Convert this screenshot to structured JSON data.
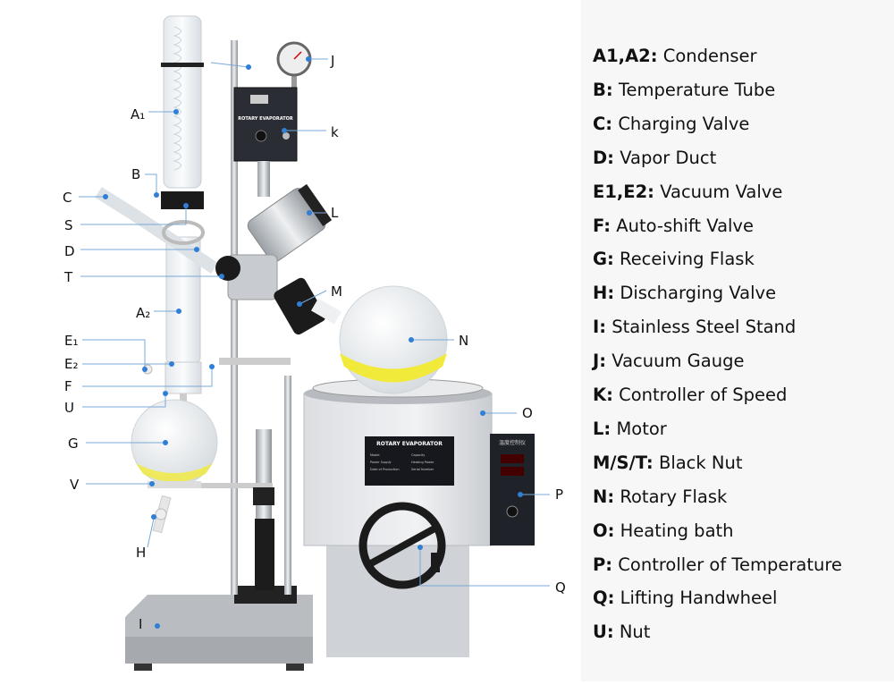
{
  "callouts": {
    "A1": "A₁",
    "A2": "A₂",
    "B": "B",
    "C": "C",
    "S": "S",
    "D": "D",
    "T": "T",
    "E1": "E₁",
    "E2": "E₂",
    "F": "F",
    "U": "U",
    "G": "G",
    "V": "V",
    "H": "H",
    "I": "I",
    "J": "J",
    "K": "k",
    "L": "L",
    "M": "M",
    "N": "N",
    "O": "O",
    "P": "P",
    "Q": "Q"
  },
  "device": {
    "controller_label": "ROTARY EVAPORATOR",
    "bath_plate_title": "ROTARY EVAPORATOR",
    "bath_plate_fields": [
      "Model",
      "Capacity",
      "Power Supply",
      "Heating Power",
      "Date of Production",
      "Serial Number"
    ],
    "temp_controller_label": "温度控制仪"
  },
  "legend": [
    {
      "key": "A1,A2:",
      "text": "Condenser"
    },
    {
      "key": "B:",
      "text": "Temperature Tube"
    },
    {
      "key": "C:",
      "text": "Charging Valve"
    },
    {
      "key": "D:",
      "text": "Vapor Duct"
    },
    {
      "key": "E1,E2:",
      "text": "Vacuum Valve"
    },
    {
      "key": "F:",
      "text": "Auto-shift Valve"
    },
    {
      "key": "G:",
      "text": "Receiving Flask"
    },
    {
      "key": "H:",
      "text": "Discharging Valve"
    },
    {
      "key": "I:",
      "text": "Stainless Steel Stand"
    },
    {
      "key": "J:",
      "text": "Vacuum Gauge"
    },
    {
      "key": "K:",
      "text": "Controller of Speed"
    },
    {
      "key": "L:",
      "text": "Motor"
    },
    {
      "key": "M/S/T:",
      "text": "Black Nut"
    },
    {
      "key": "N:",
      "text": "Rotary Flask"
    },
    {
      "key": "O:",
      "text": "Heating bath"
    },
    {
      "key": "P:",
      "text": "Controller of Temperature"
    },
    {
      "key": "Q:",
      "text": "Lifting Handwheel"
    },
    {
      "key": "U:",
      "text": "Nut"
    }
  ],
  "colors": {
    "dot": "#2f7fd6",
    "liquid": "#f2ea3a",
    "legend_bg": "#f7f7f7"
  }
}
